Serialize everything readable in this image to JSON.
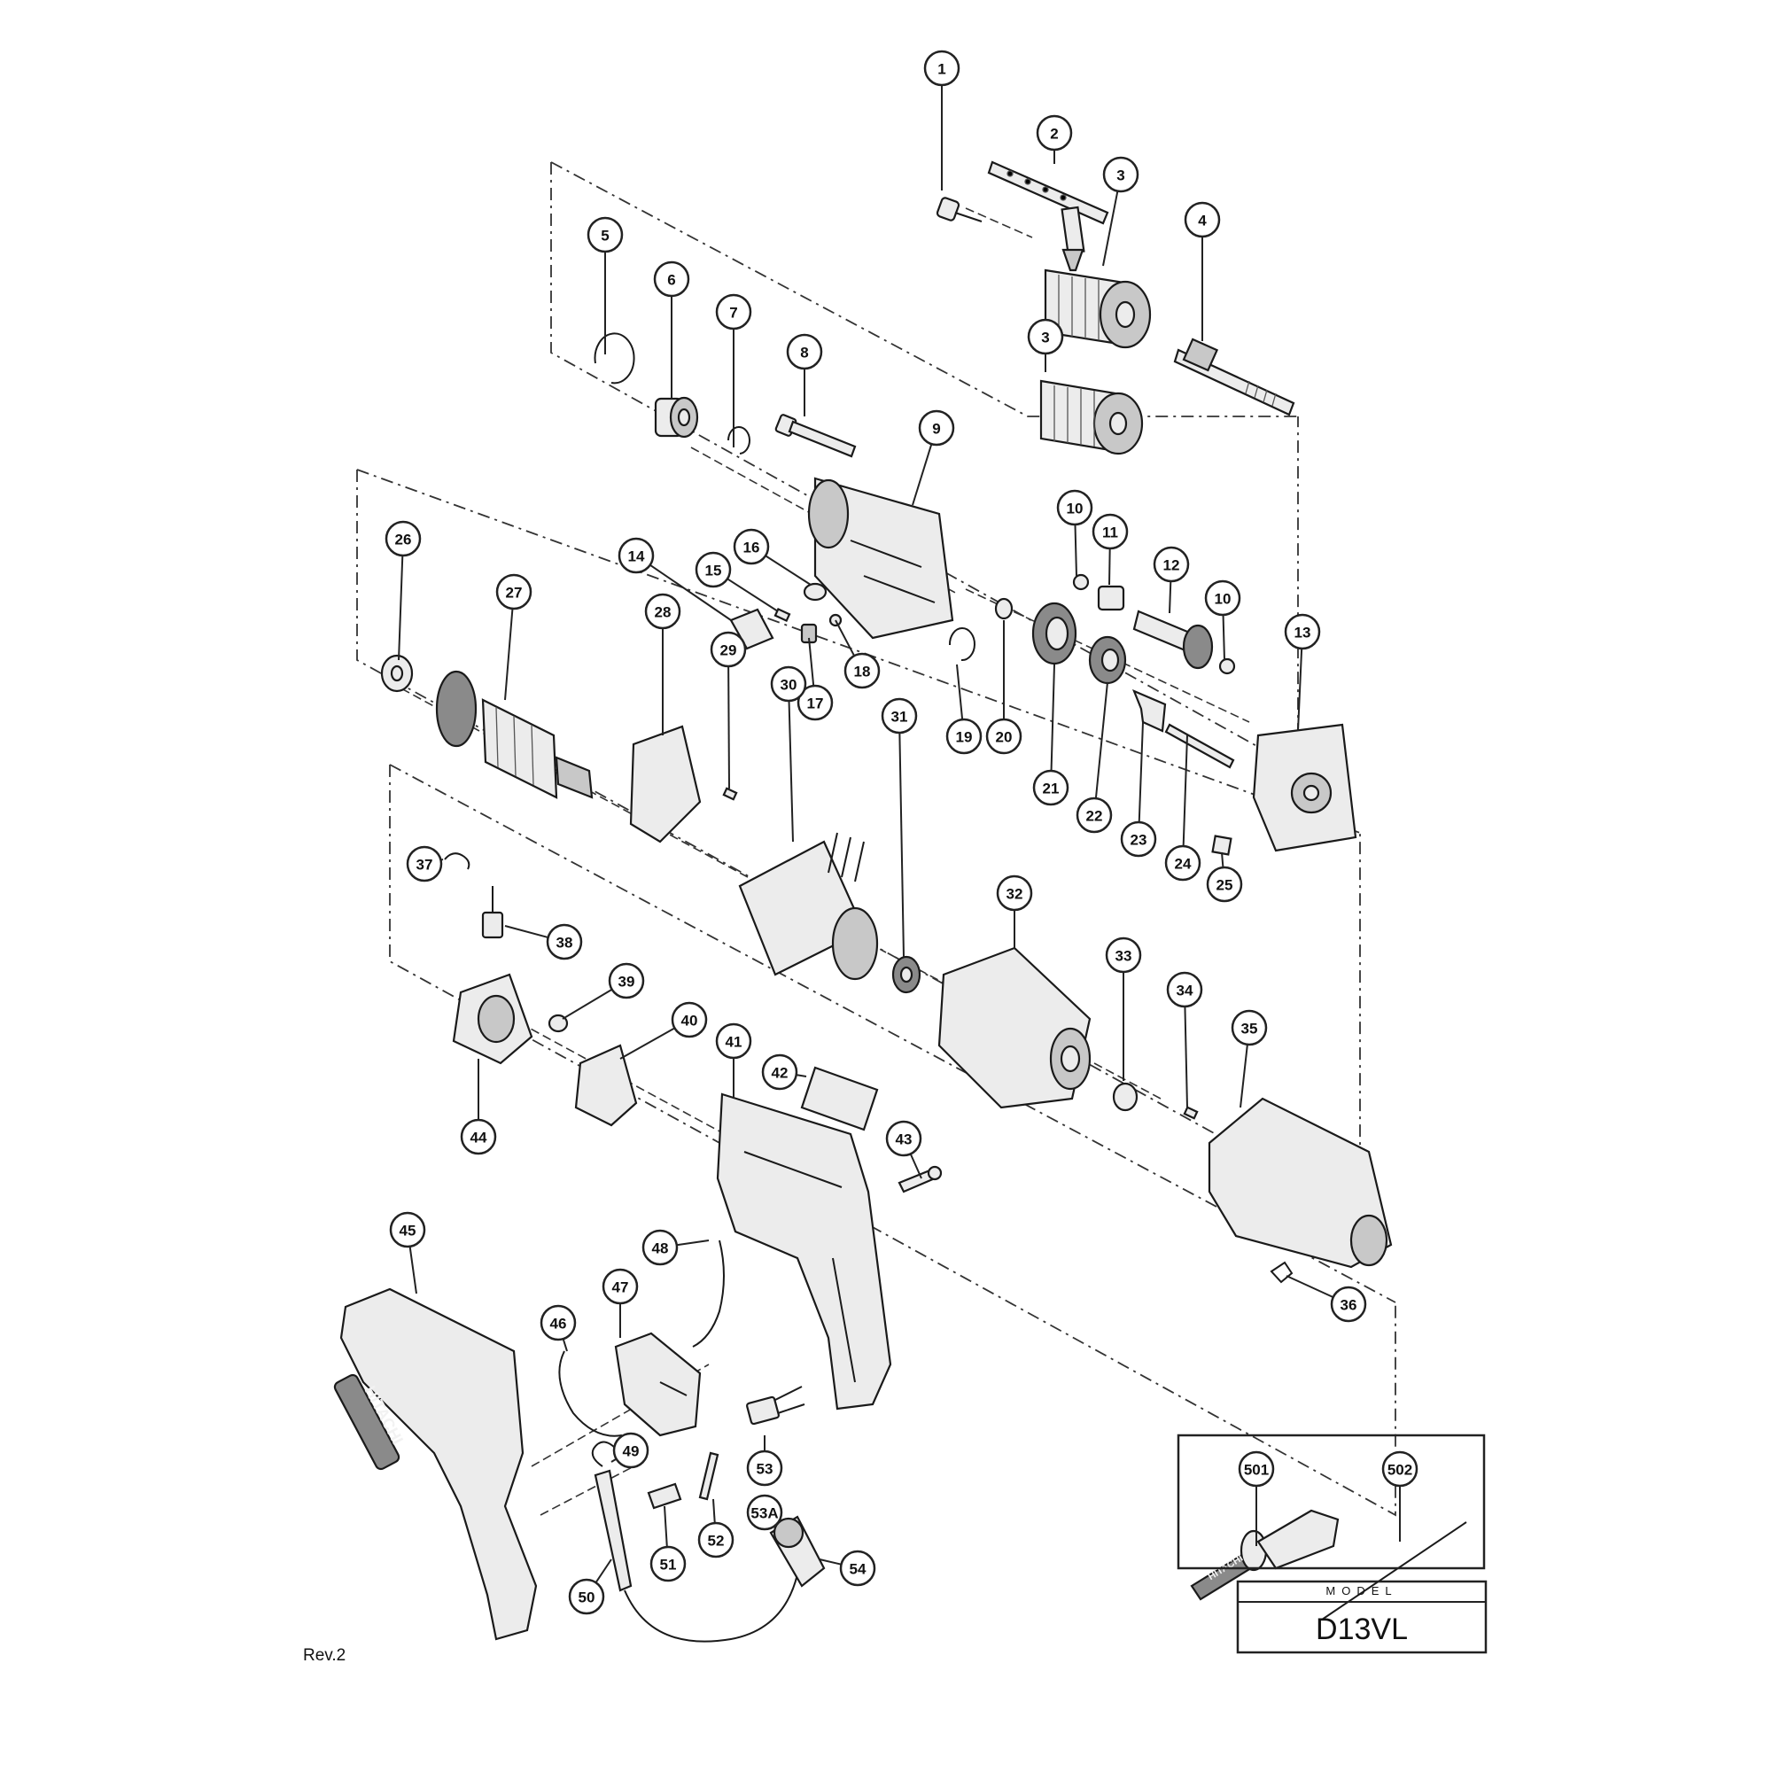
{
  "diagram": {
    "revision": "Rev.2",
    "model_box": {
      "title": "MODEL",
      "model": "D13VL"
    },
    "brand_marks": [
      "HITACHI",
      "HITACHI"
    ],
    "callouts": [
      "1",
      "2",
      "3",
      "3",
      "4",
      "5",
      "6",
      "7",
      "8",
      "9",
      "10",
      "10",
      "11",
      "12",
      "13",
      "14",
      "15",
      "16",
      "17",
      "18",
      "19",
      "20",
      "21",
      "22",
      "23",
      "24",
      "25",
      "26",
      "27",
      "28",
      "29",
      "30",
      "31",
      "32",
      "33",
      "34",
      "35",
      "36",
      "37",
      "38",
      "39",
      "40",
      "41",
      "42",
      "43",
      "44",
      "45",
      "46",
      "47",
      "48",
      "49",
      "50",
      "51",
      "52",
      "53",
      "53A",
      "54",
      "501",
      "502"
    ]
  }
}
